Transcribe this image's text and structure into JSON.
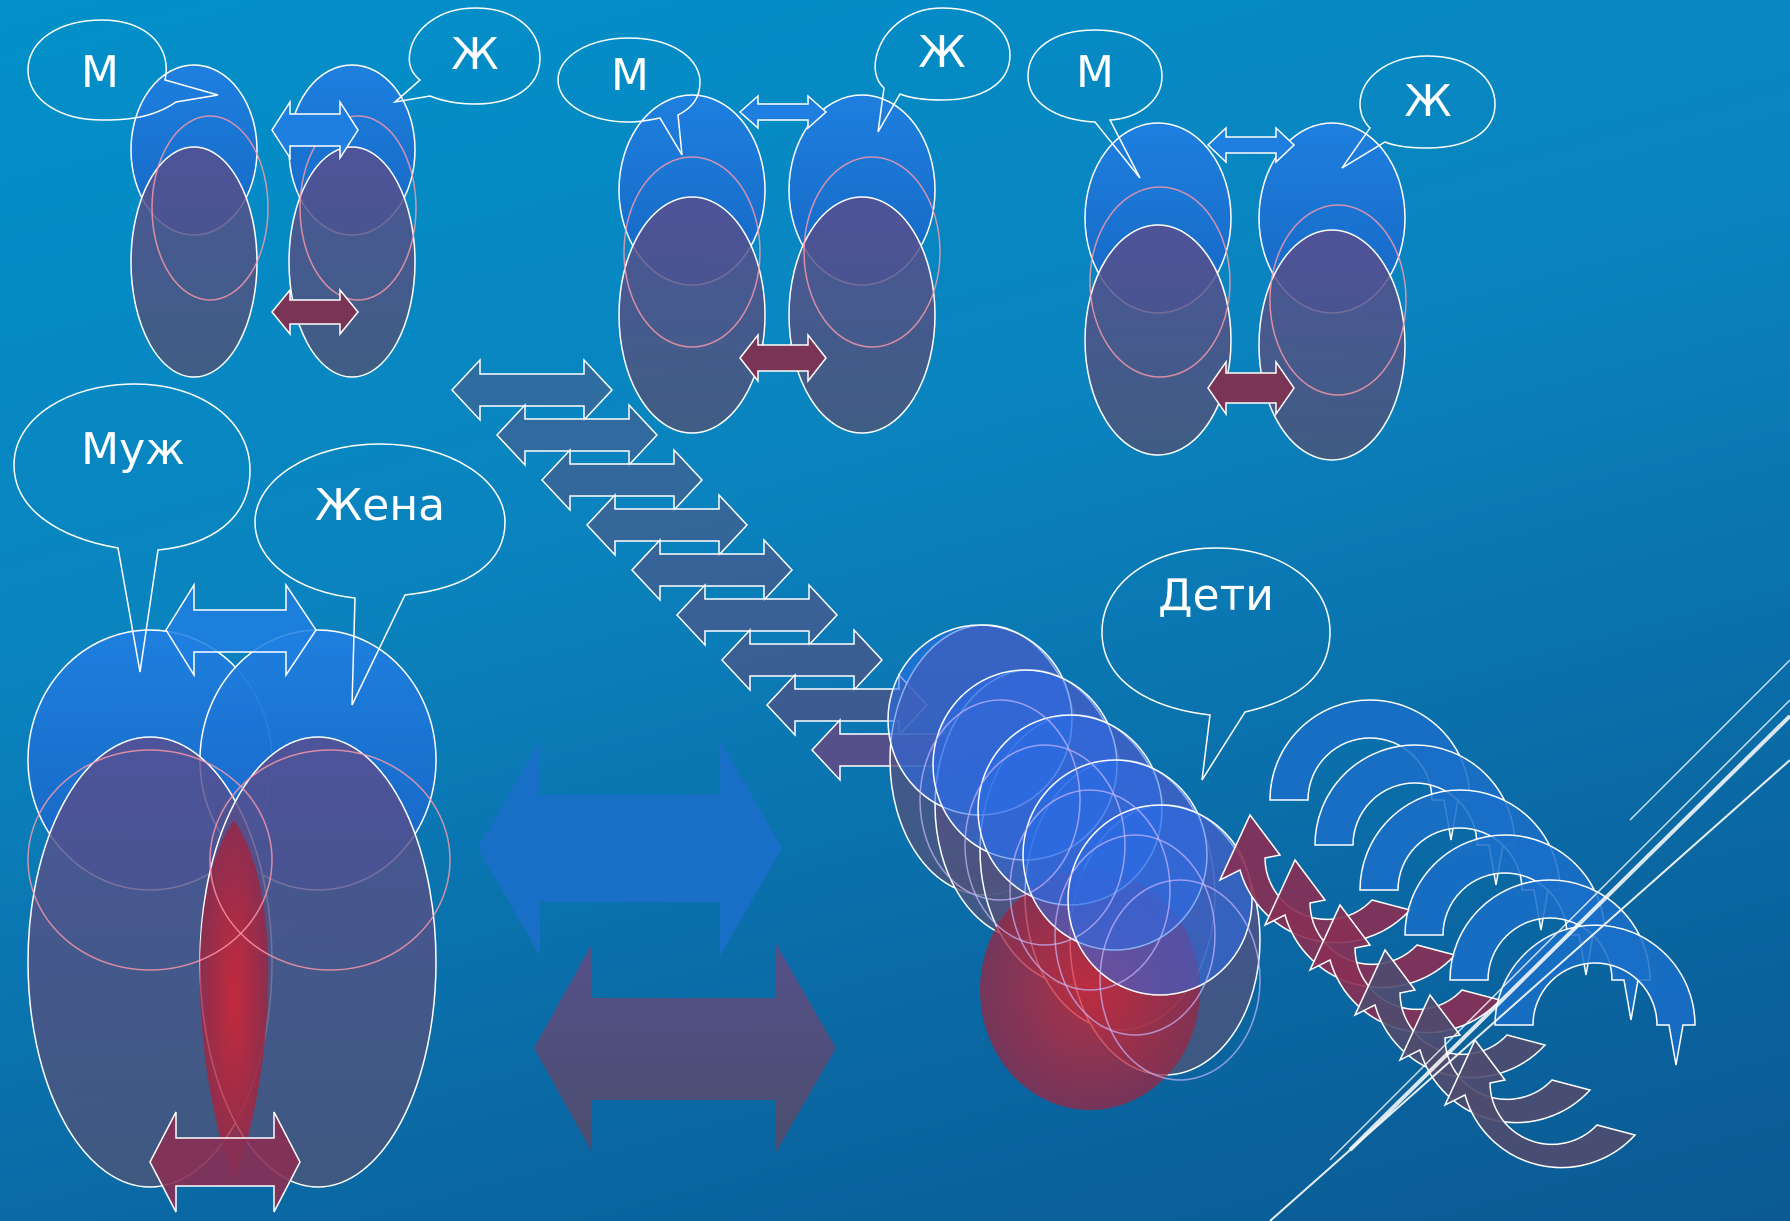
{
  "slide": {
    "background_top": "#0290c9",
    "background_bottom": "#0b5a93"
  },
  "colors": {
    "blue_ellipse": "#1876d6",
    "purple_ellipse": "#5a4a86",
    "red_accent": "#b0283a",
    "outline": "#ffffff",
    "arrow_dark": "#4f4b6f",
    "arrow_blue": "#1a6fc8"
  },
  "couples": [
    {
      "male_label": "М",
      "female_label": "Ж"
    },
    {
      "male_label": "М",
      "female_label": "Ж"
    },
    {
      "male_label": "М",
      "female_label": "Ж"
    }
  ],
  "family": {
    "husband_label": "Муж",
    "wife_label": "Жена",
    "children_label": "Дети"
  }
}
